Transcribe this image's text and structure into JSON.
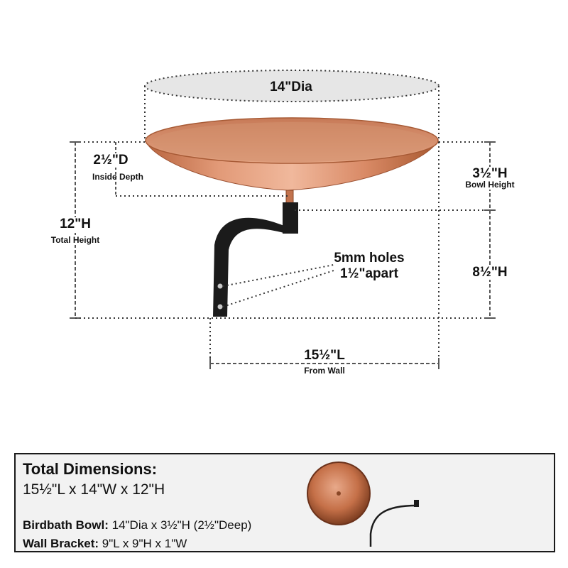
{
  "colors": {
    "copper_light": "#e7a27f",
    "copper_mid": "#cd7e5a",
    "copper_dark": "#9c5233",
    "bracket": "#1b1b1b",
    "ellipse_fill": "#e6e6e6",
    "dim_line": "#555555"
  },
  "diagram": {
    "diameter": "14\"Dia",
    "inside_depth": {
      "value": "2½\"D",
      "label": "Inside Depth"
    },
    "total_height": {
      "value": "12\"H",
      "label": "Total Height"
    },
    "bowl_height": {
      "value": "3½\"H",
      "label": "Bowl Height"
    },
    "bracket_height": "8½\"H",
    "holes": {
      "line1": "5mm holes",
      "line2": "1½\"apart"
    },
    "from_wall": {
      "value": "15½\"L",
      "label": "From Wall"
    }
  },
  "summary": {
    "title": "Total Dimensions:",
    "total": "15½\"L x 14\"W x 12\"H",
    "bowl": {
      "label": "Birdbath Bowl:",
      "value": " 14\"Dia x 3½\"H (2½\"Deep)"
    },
    "bracket": {
      "label": "Wall Bracket:",
      "value": " 9\"L x 9\"H x 1\"W"
    },
    "thumbnails": [
      "bowl-top-view",
      "wall-bracket"
    ]
  }
}
